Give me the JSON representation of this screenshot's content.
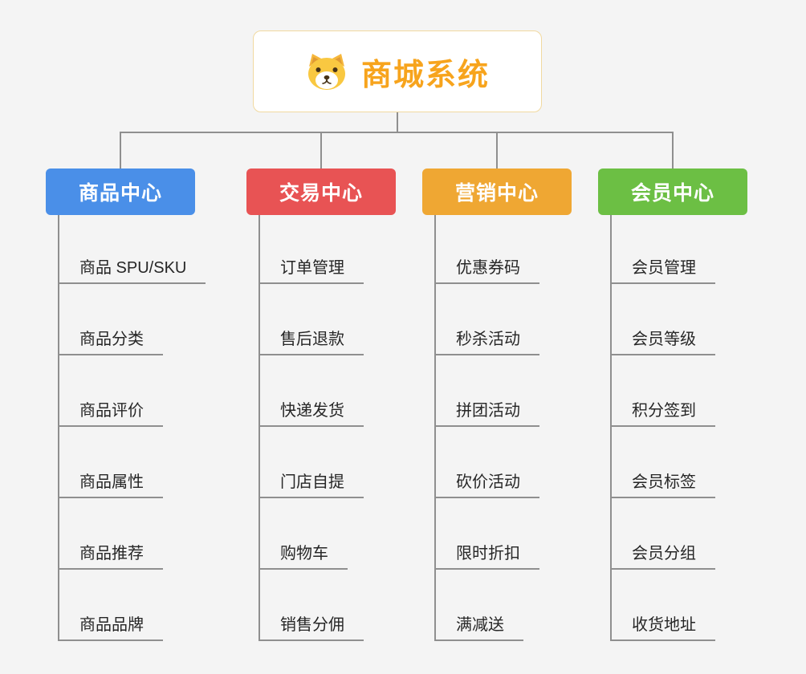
{
  "root": {
    "title": "商城系统",
    "title_color": "#f7a41d",
    "icon": "dog-icon"
  },
  "branches": [
    {
      "label": "商品中心",
      "color": "#4a8fe8",
      "items": [
        "商品 SPU/SKU",
        "商品分类",
        "商品评价",
        "商品属性",
        "商品推荐",
        "商品品牌"
      ]
    },
    {
      "label": "交易中心",
      "color": "#e85354",
      "items": [
        "订单管理",
        "售后退款",
        "快递发货",
        "门店自提",
        "购物车",
        "销售分佣"
      ]
    },
    {
      "label": "营销中心",
      "color": "#efa733",
      "items": [
        "优惠券码",
        "秒杀活动",
        "拼团活动",
        "砍价活动",
        "限时折扣",
        "满减送"
      ]
    },
    {
      "label": "会员中心",
      "color": "#6cbf44",
      "items": [
        "会员管理",
        "会员等级",
        "积分签到",
        "会员标签",
        "会员分组",
        "收货地址"
      ]
    }
  ],
  "connector_color": "#8f8f8f",
  "background_color": "#f4f4f4"
}
